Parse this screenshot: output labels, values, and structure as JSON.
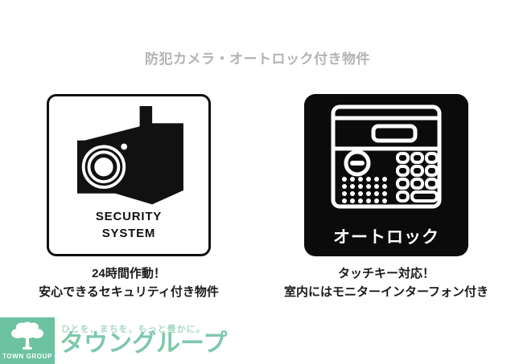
{
  "page": {
    "title": "防犯カメラ・オートロック付き物件",
    "background_color": "#ffffff",
    "title_color": "#b3b3b3"
  },
  "features": [
    {
      "id": "security-camera",
      "icon_name": "security-camera-icon",
      "icon_label_line1": "SECURITY",
      "icon_label_line2": "SYSTEM",
      "icon_box_style": "light",
      "icon_box_bg": "#ffffff",
      "icon_box_border": "#111111",
      "caption_line1": "24時間作動！",
      "caption_line2": "安心できるセキュリティ付き物件"
    },
    {
      "id": "auto-lock",
      "icon_name": "auto-lock-panel-icon",
      "icon_label_line1": "オートロック",
      "icon_label_line2": "",
      "icon_box_style": "dark",
      "icon_box_bg": "#0b0b0b",
      "icon_box_border": "#0b0b0b",
      "caption_line1": "タッチキー対応！",
      "caption_line2": "室内にはモニターインターフォン付き"
    }
  ],
  "brand": {
    "mark_label": "TOWN GROUP",
    "mark_icon": "oak-tree-icon",
    "mark_bg_color": "#6cc2a1",
    "tagline": "ひとを、まちを、もっと豊かに。",
    "tagline_color": "#a8d9c5",
    "name": "タウングループ",
    "name_color": "#7ec8ab"
  }
}
